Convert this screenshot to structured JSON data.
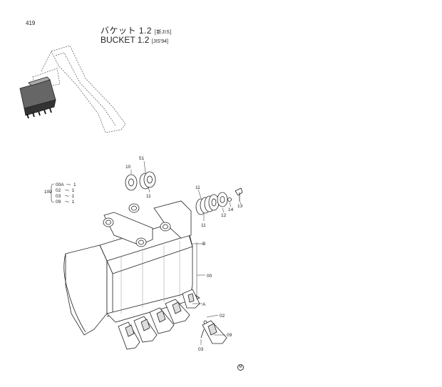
{
  "page_number": "419",
  "title_jp": "バケット 1.2",
  "title_jp_std": "[新JIS]",
  "title_en": "BUCKET  1.2",
  "title_en_std": "[JIS'94]",
  "quantity_table": {
    "main_ref": "100",
    "rows": [
      {
        "code": "00A",
        "qty": "1"
      },
      {
        "code": "02",
        "qty": "1"
      },
      {
        "code": "03",
        "qty": "1"
      },
      {
        "code": "09",
        "qty": "1"
      }
    ]
  },
  "callouts": {
    "c10": "10",
    "c51": "51",
    "c11a": "11",
    "c11b": "11",
    "c11c": "11",
    "c12": "12",
    "c13": "13",
    "c14": "14",
    "cB": "B",
    "c00": "00",
    "cA": "A",
    "c02": "02",
    "c09": "09",
    "c03": "03"
  },
  "corner_mark": "M"
}
